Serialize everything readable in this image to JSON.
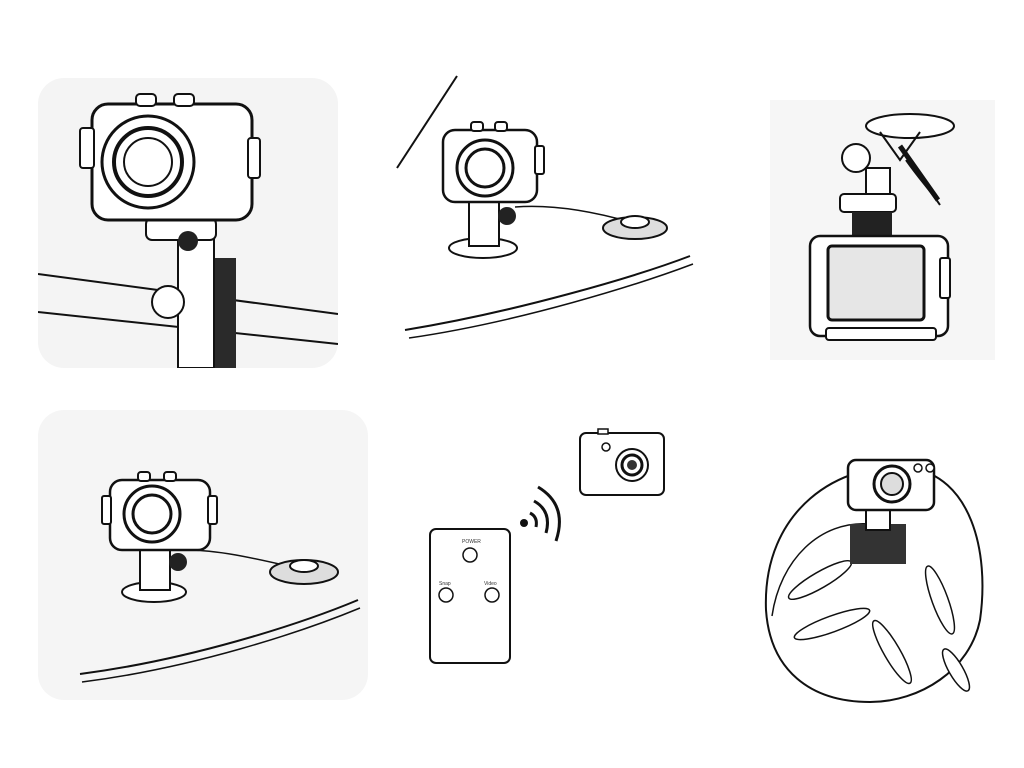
{
  "panels": [
    {
      "id": "handlebar-mount",
      "icon": "camera-on-handlebar-clamp"
    },
    {
      "id": "adhesive-mount-tethered",
      "icon": "camera-on-adhesive-mount-with-tether"
    },
    {
      "id": "suction-cup-mount",
      "icon": "camera-on-suction-cup-mount"
    },
    {
      "id": "adhesive-mount-tethered-2",
      "icon": "camera-on-adhesive-mount-with-tether"
    },
    {
      "id": "remote-control",
      "icon": "remote-control-wireless"
    },
    {
      "id": "helmet-mount",
      "icon": "camera-on-helmet"
    }
  ],
  "remote": {
    "power_label": "POWER",
    "snap_label": "Snap",
    "video_label": "Video"
  },
  "colors": {
    "line": "#111111",
    "fill_light": "#f2f2f2",
    "fill_gray": "#cfcfcf"
  }
}
